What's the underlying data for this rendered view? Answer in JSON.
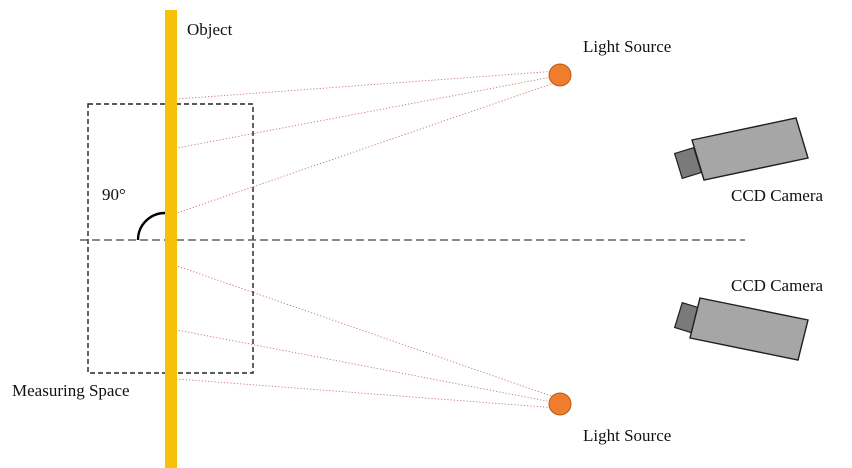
{
  "labels": {
    "object": "Object",
    "angle": "90°",
    "measuring_space": "Measuring Space",
    "light_source_top": "Light Source",
    "light_source_bottom": "Light Source",
    "camera_top": "CCD Camera",
    "camera_bottom": "CCD Camera"
  },
  "colors": {
    "object_bar": "#f6c108",
    "light_source": "#ef7d2c",
    "light_ray": "#c8706a",
    "camera_body": "#a6a6a6",
    "camera_outline": "#1f1f1f",
    "dashed_line": "#333333",
    "text": "#111111"
  },
  "icons": {
    "light_source": "orange-circle",
    "camera": "ccd-camera-body"
  }
}
